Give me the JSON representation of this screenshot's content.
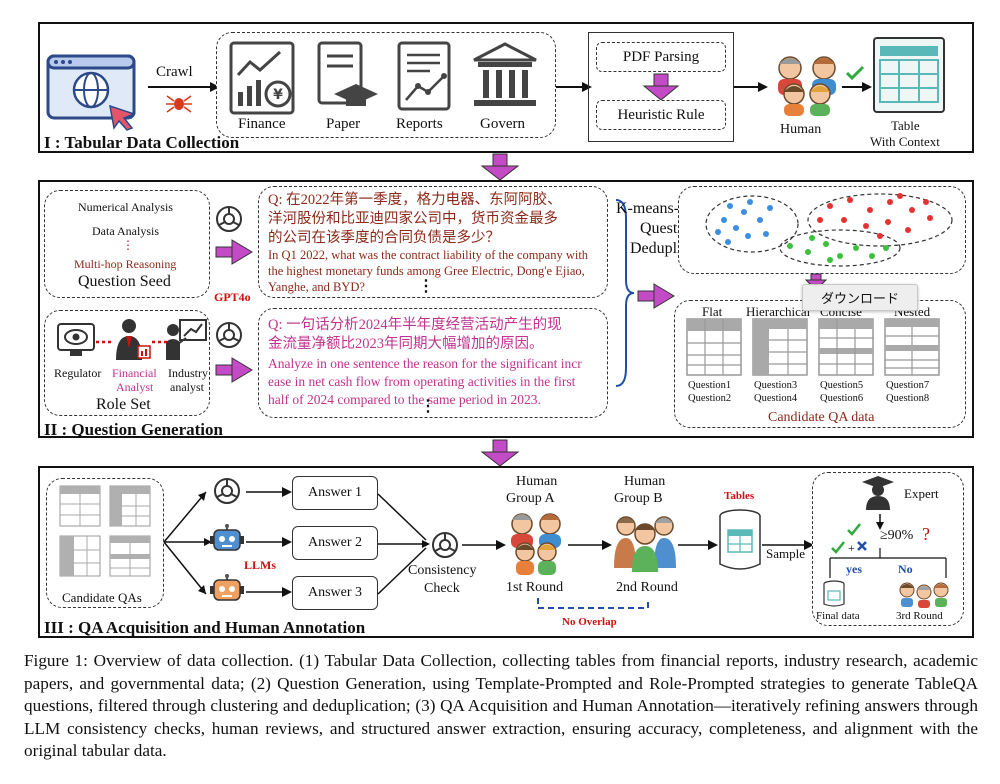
{
  "section1": {
    "title": "I : Tabular Data Collection",
    "crawl": "Crawl",
    "sources": [
      "Finance",
      "Paper",
      "Reports",
      "Govern"
    ],
    "pdf_parsing": "PDF Parsing",
    "heuristic_rule": "Heuristic Rule",
    "human": "Human",
    "table_context": [
      "Table",
      "With Context"
    ]
  },
  "section2": {
    "title": "II : Question Generation",
    "seed_items": [
      "Numerical Analysis",
      "Data Analysis",
      "⋮",
      "Multi-hop Reasoning"
    ],
    "seed_label": "Question Seed",
    "gpt": "GPT4o",
    "q1_cn": [
      "Q: 在2022年第一季度，格力电器、东阿阿胶、",
      "洋河股份和比亚迪四家公司中，货币资金最多",
      "的公司在该季度的合同负债是多少？"
    ],
    "q1_en": [
      "In Q1 2022, what was the contract liability of the company with",
      "the highest monetary funds among Gree Electric, Dong'e Ejiao,",
      "Yanghe, and BYD?"
    ],
    "q2_cn": [
      "Q: 一句话分析2024年半年度经营活动产生的现",
      "金流量净额比2023年同期大幅增加的原因。"
    ],
    "q2_en": [
      "Analyze in one sentence the reason for the significant incr",
      "ease in net cash flow from operating activities in the first",
      "half of 2024 compared to the same period in 2023."
    ],
    "roles": {
      "regulator": "Regulator",
      "financial_analyst": [
        "Financial",
        "Analyst"
      ],
      "industry_analyst": [
        "Industry",
        "analyst"
      ]
    },
    "role_set": "Role Set",
    "kmeans": [
      "K-means-based",
      "Question",
      "Deduplication"
    ],
    "table_types": [
      "Flat",
      "Hierarchical",
      "Concise",
      "Nested"
    ],
    "questions": [
      "Question1",
      "Question2",
      "Question3",
      "Question4",
      "Question5",
      "Question6",
      "Question7",
      "Question8"
    ],
    "candidate": "Candidate QA data",
    "tooltip": "ダウンロード",
    "dots": "⋮"
  },
  "section3": {
    "title": "III : QA Acquisition and Human Annotation",
    "candidate_qas": "Candidate QAs",
    "answers": [
      "Answer 1",
      "Answer 2",
      "Answer 3"
    ],
    "llms": "LLMs",
    "consistency": [
      "Consistency",
      "Check"
    ],
    "group_a": [
      "Human",
      "Group A"
    ],
    "group_b": [
      "Human",
      "Group B"
    ],
    "round1": "1st Round",
    "round2": "2nd Round",
    "no_overlap": "No Overlap",
    "tables": "Tables",
    "sample": "Sample",
    "expert": "Expert",
    "threshold": "≥90%",
    "qmark": "?",
    "yes": "yes",
    "no": "No",
    "final": "Final data",
    "round3": "3rd Round"
  },
  "caption": "Figure 1: Overview of data collection. (1) Tabular Data Collection, collecting tables from financial reports, industry research, academic papers, and governmental data; (2) Question Generation, using Template-Prompted and Role-Prompted strategies to generate TableQA questions, filtered through clustering and deduplication; (3) QA Acquisition and Human Annotation—iteratively refining answers through LLM consistency checks, human reviews, and structured answer extraction, ensuring accuracy, completeness, and alignment with the original tabular data.",
  "colors": {
    "arrow_purple": "#c44bc6",
    "red": "#cc1111",
    "brown": "#8b2a1a",
    "pink": "#c2338f",
    "blue": "#1f4fa8"
  }
}
